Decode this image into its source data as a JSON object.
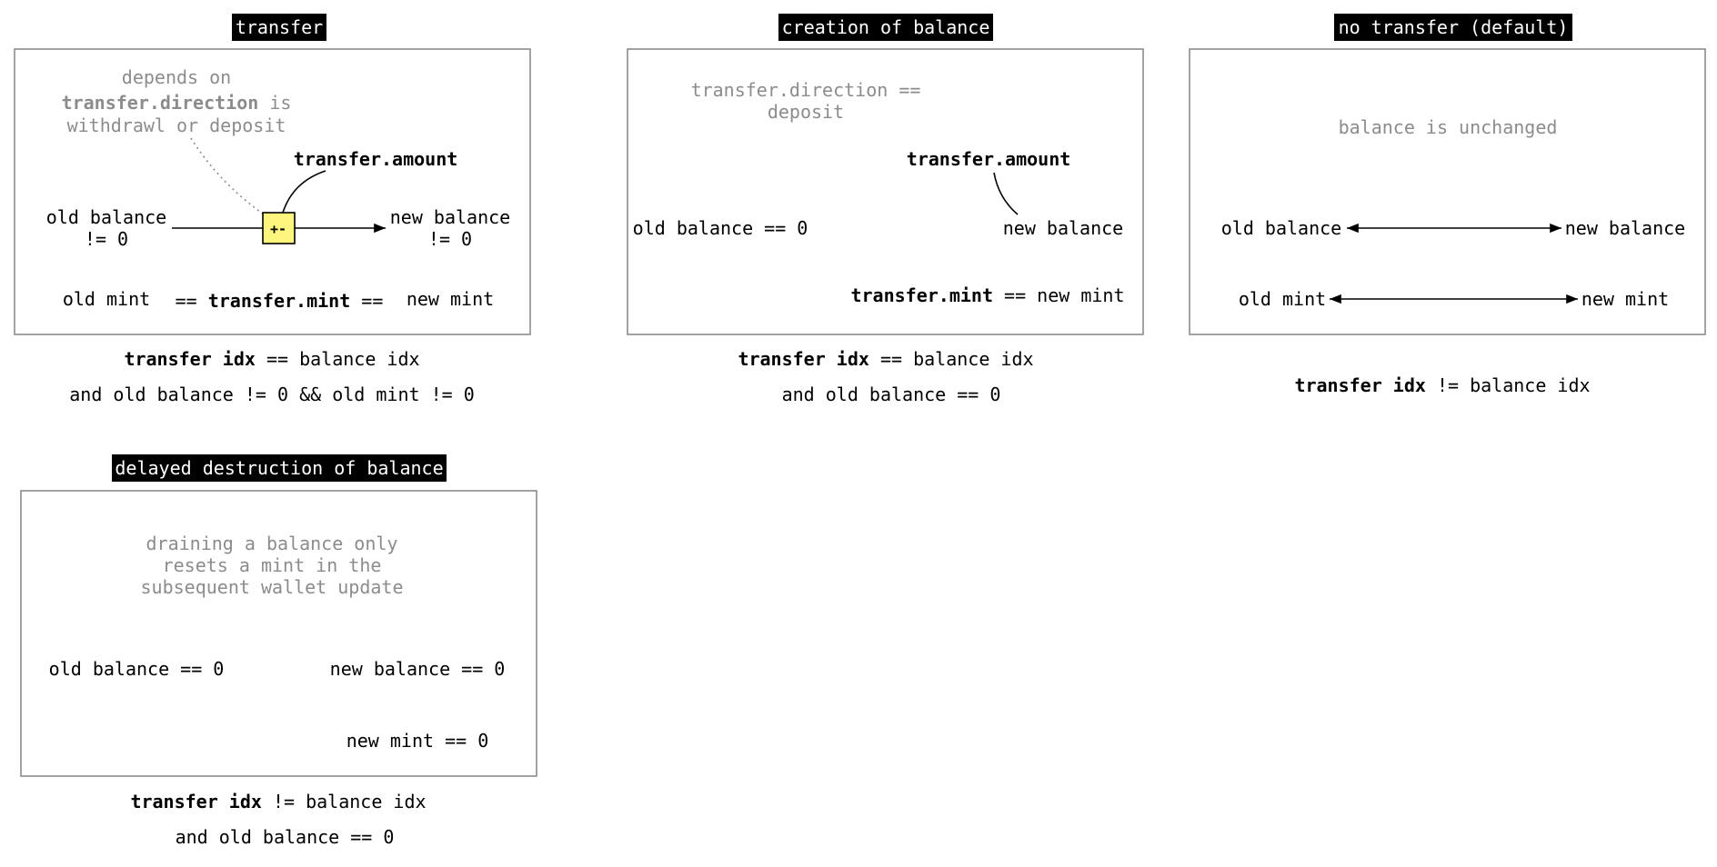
{
  "panels": {
    "transfer": {
      "title": "transfer",
      "note_1": "depends on",
      "note_2_bold": "transfer.direction",
      "note_2_rest": " is",
      "note_3": "withdrawl or deposit",
      "amount_label": "transfer.amount",
      "old_balance_1": "old balance",
      "old_balance_2": "!= 0",
      "new_balance_1": "new balance",
      "new_balance_2": "!= 0",
      "operator": "+-",
      "old_mint": "old mint",
      "mint_prefix": "== ",
      "mint_bold": "transfer.mint",
      "mint_suffix": " ==",
      "new_mint": "new mint",
      "cond_1_bold": "transfer idx",
      "cond_1_rest": " == balance idx",
      "cond_2": "and old balance != 0 && old mint != 0"
    },
    "creation": {
      "title": "creation of balance",
      "note_1": "transfer.direction ==",
      "note_2": "deposit",
      "amount_label": "transfer.amount",
      "old_balance": "old balance == 0",
      "new_balance": "new balance",
      "mint_bold": "transfer.mint",
      "mint_rest": " == new mint",
      "cond_1_bold": "transfer idx",
      "cond_1_rest": " == balance idx",
      "cond_2": "and old balance == 0"
    },
    "no_transfer": {
      "title": "no transfer (default)",
      "note": "balance is unchanged",
      "old_balance": "old balance",
      "new_balance": "new balance",
      "old_mint": "old mint",
      "new_mint": "new mint",
      "cond_1_bold": "transfer idx",
      "cond_1_rest": " != balance idx"
    },
    "delayed": {
      "title": "delayed destruction of balance",
      "note_1": "draining a balance only",
      "note_2": "resets a mint in the",
      "note_3": "subsequent wallet update",
      "old_balance": "old balance == 0",
      "new_balance": "new balance == 0",
      "new_mint": "new mint == 0",
      "cond_1_bold": "transfer idx",
      "cond_1_rest": " != balance idx",
      "cond_2": "and old balance == 0"
    }
  },
  "colors": {
    "title_background": "#000000",
    "note_text": "#8c8c8c",
    "panel_border": "#8c8c8c",
    "operator_fill": "#fcf67e"
  }
}
